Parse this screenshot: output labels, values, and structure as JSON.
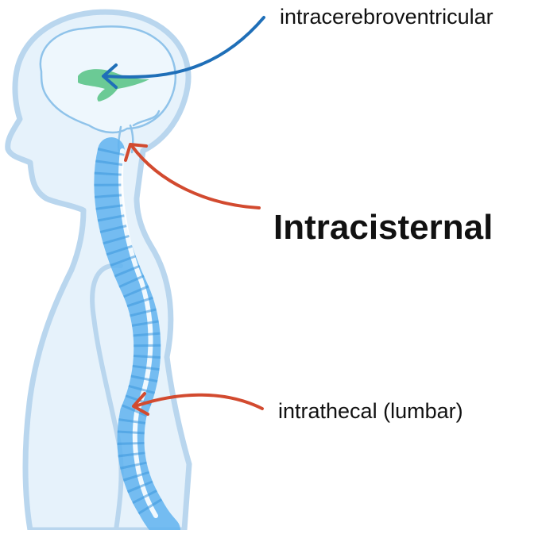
{
  "labels": {
    "intracerebroventricular": "intracerebroventricular",
    "intracisternal": "Intracisternal",
    "intrathecal": "intrathecal (lumbar)"
  },
  "colors": {
    "body_fill": "#e6f2fb",
    "body_outline": "#b9d6ee",
    "brain_outline": "#8fc3ea",
    "spine": "#5fb3ee",
    "spine_dark": "#3d98dd",
    "ventricle": "#5cc48a",
    "arrow_blue": "#1f6fb8",
    "arrow_red": "#d24a2f"
  },
  "icons": [
    "human-silhouette",
    "brain",
    "ventricles",
    "spinal-column"
  ]
}
